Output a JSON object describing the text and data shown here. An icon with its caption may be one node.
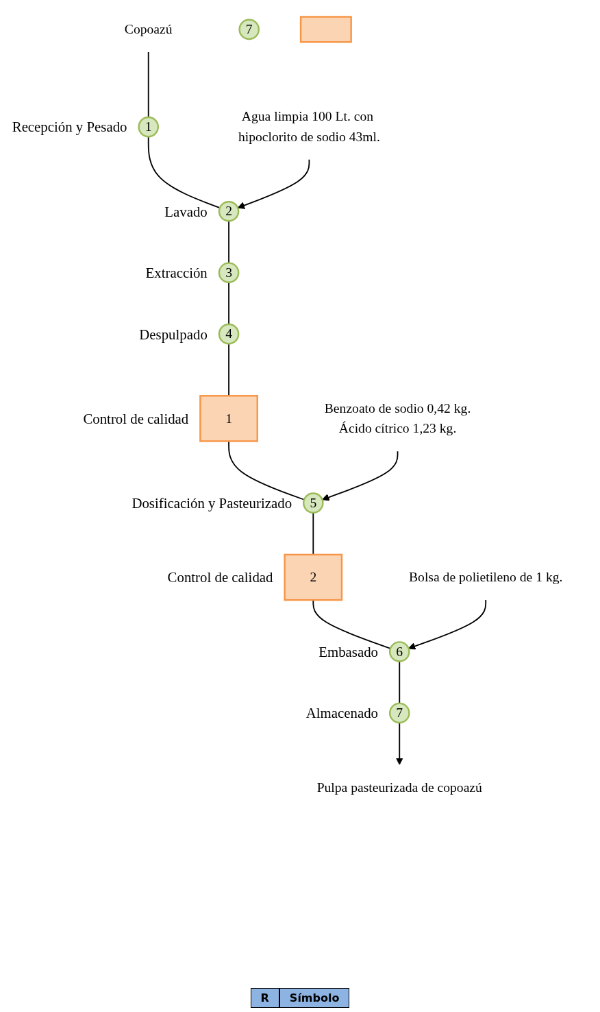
{
  "diagram": {
    "nodes": [
      {
        "text": [
          "Copoazú"
        ]
      },
      {
        "text": [
          "1"
        ],
        "beside": [
          "Recepción y Pesado"
        ]
      },
      {
        "text": [
          "2"
        ],
        "beside": [
          "Lavado"
        ]
      },
      {
        "text": [
          "3"
        ],
        "beside": [
          "Extracción"
        ]
      },
      {
        "text": [
          "4"
        ],
        "beside": [
          "Despulpado"
        ]
      },
      {
        "text": [
          "1"
        ],
        "beside": [
          "Control de calidad"
        ]
      },
      {
        "text": [
          "5"
        ],
        "beside": [
          "Dosificación y Pasteurizado"
        ]
      },
      {
        "text": [
          "2"
        ],
        "beside": [
          "Control de calidad"
        ]
      },
      {
        "text": [
          "6"
        ],
        "beside": [
          "Embasado"
        ]
      },
      {
        "text": [
          "7"
        ],
        "beside": [
          "Almacenado"
        ]
      },
      {
        "text": [
          "Pulpa pasteurizada de copoazú"
        ]
      },
      {
        "text": [
          "Agua limpia 100 Lt. con hipoclorito de sodio 43ml."
        ]
      },
      {
        "text": [
          "Benzoato de sodio 0,42 kg.",
          "Ácido cítrico 1,23 kg."
        ]
      },
      {
        "text": [
          "Bolsa de polietileno de  1 kg."
        ]
      },
      {
        "text": [
          "7"
        ]
      },
      {
        "text": [],
        "shape": "box"
      }
    ],
    "edges": [
      {
        "from": 0,
        "to": 1,
        "arrow": "none"
      },
      {
        "from": 1,
        "to": 2,
        "arrow": "none"
      },
      {
        "from": 2,
        "to": 3,
        "arrow": "none"
      },
      {
        "from": 3,
        "to": 4,
        "arrow": "none"
      },
      {
        "from": 4,
        "to": 5,
        "arrow": "none"
      },
      {
        "from": 5,
        "to": 6,
        "arrow": "none"
      },
      {
        "from": 6,
        "to": 7,
        "arrow": "none"
      },
      {
        "from": 7,
        "to": 8,
        "arrow": "none"
      },
      {
        "from": 8,
        "to": 9,
        "arrow": "none"
      },
      {
        "from": 9,
        "to": 10,
        "arrow": "to"
      },
      {
        "from": 11,
        "to": 2,
        "arrow": "to"
      },
      {
        "from": 12,
        "to": 6,
        "arrow": "to"
      },
      {
        "from": 13,
        "to": 8,
        "arrow": "to"
      }
    ],
    "labels": [
      "R",
      "Símbolo"
    ]
  }
}
